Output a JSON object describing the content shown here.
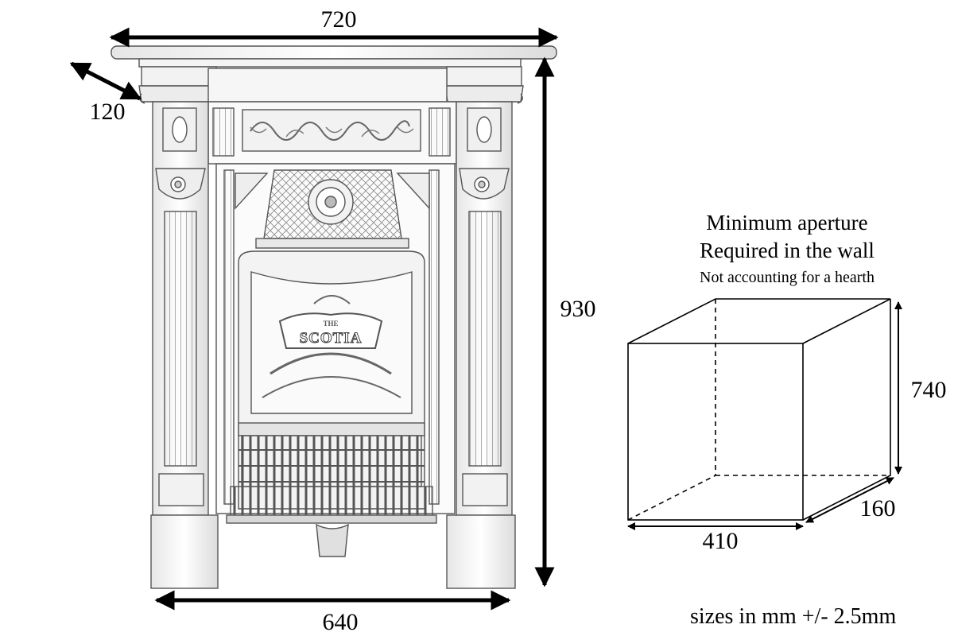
{
  "fireplace": {
    "width_top": "720",
    "depth": "120",
    "height": "930",
    "width_bottom": "640",
    "nameplate_the": "THE",
    "nameplate_name": "SCOTIA"
  },
  "aperture": {
    "title_line1": "Minimum aperture",
    "title_line2": "Required in the wall",
    "subtitle": "Not accounting for a hearth",
    "height": "740",
    "width": "410",
    "depth": "160"
  },
  "note": "sizes in mm +/- 2.5mm"
}
